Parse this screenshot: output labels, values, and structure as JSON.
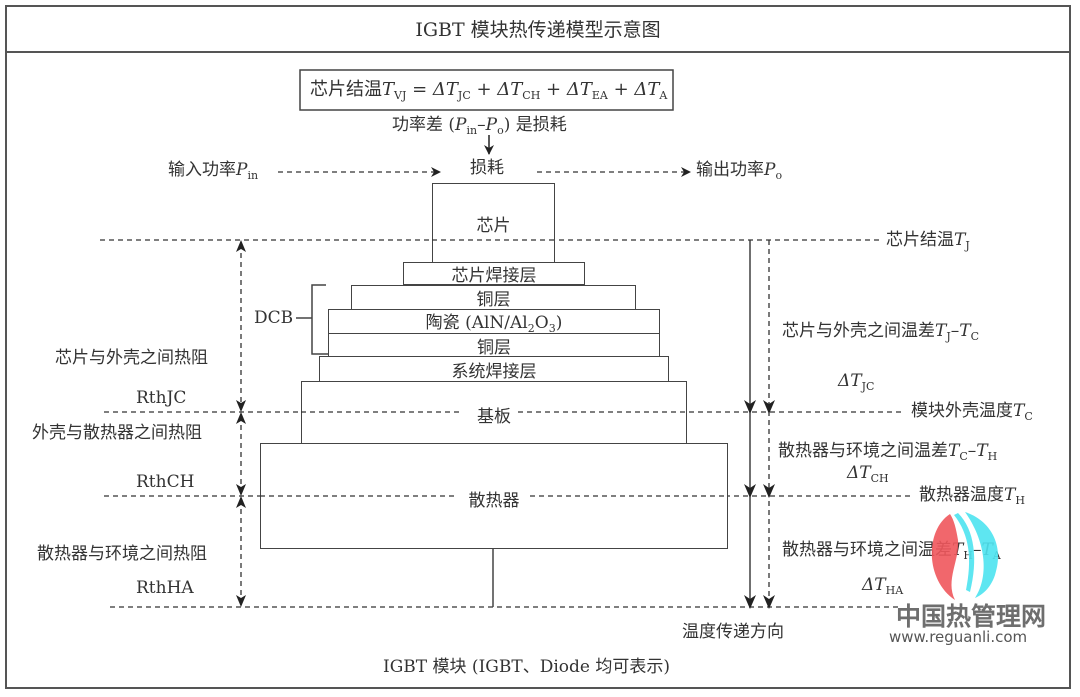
{
  "title": "IGBT 模块热传递模型示意图",
  "formula": {
    "prefix": "芯片结温",
    "lhs": "T",
    "lhs_sub": "VJ",
    "terms": [
      {
        "sym": "ΔT",
        "sub": "JC"
      },
      {
        "sym": "ΔT",
        "sub": "CH"
      },
      {
        "sym": "ΔT",
        "sub": "EA"
      },
      {
        "sym": "ΔT",
        "sub": "A"
      }
    ]
  },
  "power": {
    "diff_prefix": "功率差 (",
    "diff_p1": "P",
    "diff_p1_sub": "in",
    "diff_sep": "–",
    "diff_p2": "P",
    "diff_p2_sub": "o",
    "diff_suffix": ") 是损耗",
    "input_label": "输入功率",
    "input_sym": "P",
    "input_sub": "in",
    "loss_label": "损耗",
    "output_label": "输出功率",
    "output_sym": "P",
    "output_sub": "o"
  },
  "layers": {
    "chip": "芯片",
    "chip_solder": "芯片焊接层",
    "copper_top": "铜层",
    "ceramic": "陶瓷 (AlN/Al",
    "ceramic_sub": "2",
    "ceramic_mid": "O",
    "ceramic_sub2": "3",
    "ceramic_end": ")",
    "copper_bottom": "铜层",
    "system_solder": "系统焊接层",
    "baseplate": "基板",
    "heatsink": "散热器",
    "dcb_label": "DCB"
  },
  "resistances": [
    {
      "desc": "芯片与外壳之间热阻",
      "name": "RthJC"
    },
    {
      "desc": "外壳与散热器之间热阻",
      "name": "RthCH"
    },
    {
      "desc": "散热器与环境之间热阻",
      "name": "RthHA"
    }
  ],
  "temperatures": {
    "tj_label": "芯片结温",
    "tj_sym": "T",
    "tj_sub": "J",
    "tc_label": "模块外壳温度",
    "tc_sym": "T",
    "tc_sub": "C",
    "th_label": "散热器温度",
    "th_sym": "T",
    "th_sub": "H"
  },
  "deltas": [
    {
      "desc": "芯片与外壳之间温差",
      "a": "T",
      "a_sub": "J",
      "b": "T",
      "b_sub": "C",
      "delta": "ΔT",
      "delta_sub": "JC"
    },
    {
      "desc": "散热器与环境之间温差",
      "a": "T",
      "a_sub": "C",
      "b": "T",
      "b_sub": "H",
      "delta": "ΔT",
      "delta_sub": "CH"
    },
    {
      "desc": "散热器与环境之间温差",
      "a": "T",
      "a_sub": "H",
      "b": "T",
      "b_sub": "A",
      "delta": "ΔT",
      "delta_sub": "HA"
    }
  ],
  "direction_label": "温度传递方向",
  "footer": "IGBT 模块 (IGBT、Diode 均可表示)",
  "watermark": {
    "name": "中国热管理网",
    "url": "www.reguanli.com",
    "colors": {
      "red": "#f0575c",
      "cyan": "#4de3ef",
      "text": "#555555"
    }
  }
}
